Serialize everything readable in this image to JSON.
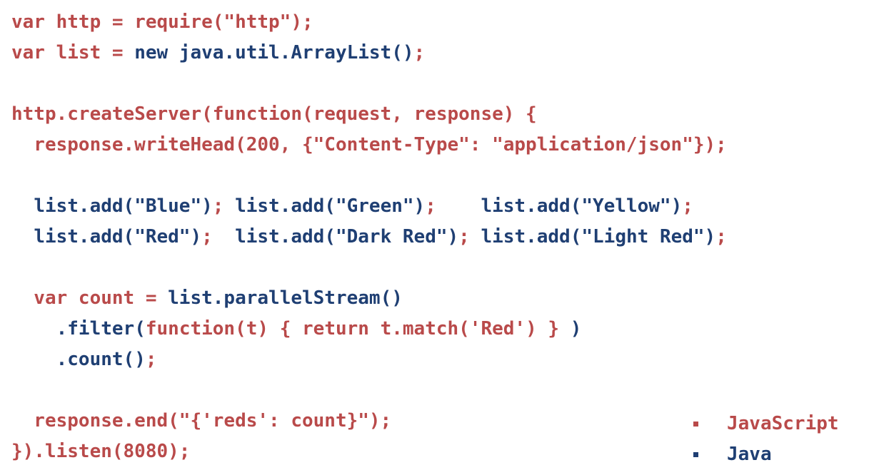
{
  "colors": {
    "javascript": "#b94a4a",
    "java": "#1f3f73",
    "background": "#ffffff"
  },
  "code_lines": [
    [
      {
        "t": "var http = require(\"http\");",
        "lang": "js"
      }
    ],
    [
      {
        "t": "var list = ",
        "lang": "js"
      },
      {
        "t": "new java.util.ArrayList()",
        "lang": "java"
      },
      {
        "t": ";",
        "lang": "js"
      }
    ],
    [],
    [
      {
        "t": "http.createServer(function(request, response) {",
        "lang": "js"
      }
    ],
    [
      {
        "t": "  response.writeHead(200, {\"Content-Type\": \"application/json\"});",
        "lang": "js"
      }
    ],
    [],
    [
      {
        "t": "  ",
        "lang": "js"
      },
      {
        "t": "list.add(\"Blue\")",
        "lang": "java"
      },
      {
        "t": "; ",
        "lang": "js"
      },
      {
        "t": "list.add(\"Green\")",
        "lang": "java"
      },
      {
        "t": ";    ",
        "lang": "js"
      },
      {
        "t": "list.add(\"Yellow\")",
        "lang": "java"
      },
      {
        "t": ";",
        "lang": "js"
      }
    ],
    [
      {
        "t": "  ",
        "lang": "js"
      },
      {
        "t": "list.add(\"Red\")",
        "lang": "java"
      },
      {
        "t": ";  ",
        "lang": "js"
      },
      {
        "t": "list.add(\"Dark Red\")",
        "lang": "java"
      },
      {
        "t": "; ",
        "lang": "js"
      },
      {
        "t": "list.add(\"Light Red\")",
        "lang": "java"
      },
      {
        "t": ";",
        "lang": "js"
      }
    ],
    [],
    [
      {
        "t": "  var count = ",
        "lang": "js"
      },
      {
        "t": "list.parallelStream()",
        "lang": "java"
      }
    ],
    [
      {
        "t": "    ",
        "lang": "js"
      },
      {
        "t": ".filter(",
        "lang": "java"
      },
      {
        "t": "function(t) { return t.match('Red') }",
        "lang": "js"
      },
      {
        "t": " )",
        "lang": "java"
      }
    ],
    [
      {
        "t": "    ",
        "lang": "js"
      },
      {
        "t": ".count()",
        "lang": "java"
      },
      {
        "t": ";",
        "lang": "js"
      }
    ],
    [],
    [
      {
        "t": "  response.end(\"{'reds': count}\");",
        "lang": "js"
      }
    ],
    [
      {
        "t": "}).listen(8080);",
        "lang": "js"
      }
    ]
  ],
  "legend": [
    {
      "label": "JavaScript",
      "lang": "js"
    },
    {
      "label": "Java",
      "lang": "java"
    }
  ]
}
